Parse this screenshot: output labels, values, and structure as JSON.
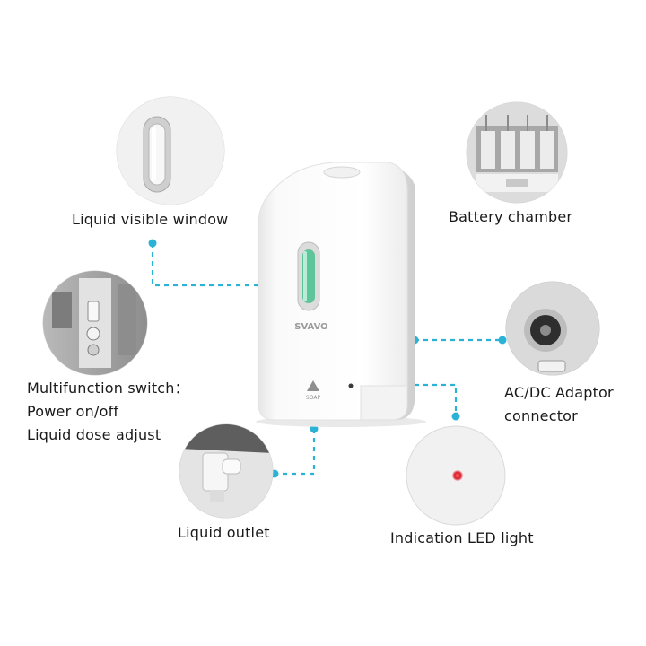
{
  "product": {
    "brand": "SVAVO",
    "button_label": "SOAP"
  },
  "callouts": {
    "liquid_window": "Liquid visible window",
    "battery": "Battery chamber",
    "switch": [
      "Multifunction switch：",
      "Power on/off",
      "Liquid dose adjust"
    ],
    "adaptor": [
      "AC/DC Adaptor",
      "connector"
    ],
    "outlet": "Liquid outlet",
    "led": "Indication LED light"
  },
  "colors": {
    "leader": "#2bb3d6",
    "led": "#d81e2c",
    "window": "#5ec49a"
  }
}
